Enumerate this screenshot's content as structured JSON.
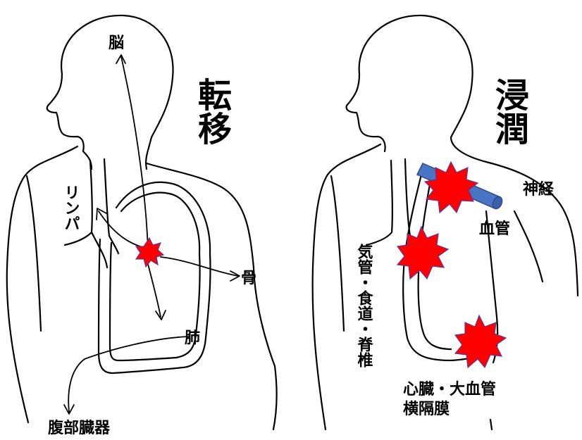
{
  "metastasis": {
    "title": "転移",
    "labels": {
      "brain": "脳",
      "lymph": "リンパ",
      "bone": "骨",
      "lung": "肺",
      "abdomen": "腹部臓器"
    }
  },
  "invasion": {
    "title": "浸潤",
    "labels": {
      "nerve": "神経",
      "vessel": "血管",
      "trachea_etc": "気管・食道・脊椎",
      "heart_etc_line1": "心臓・大血管",
      "heart_etc_line2": "横隔膜"
    }
  },
  "colors": {
    "tumor": "#ff0000",
    "tumor_outline": "#5a3aa0",
    "vessel": "#4a74c4",
    "vessel_outline": "#2b4a8a",
    "outline": "#000000"
  }
}
